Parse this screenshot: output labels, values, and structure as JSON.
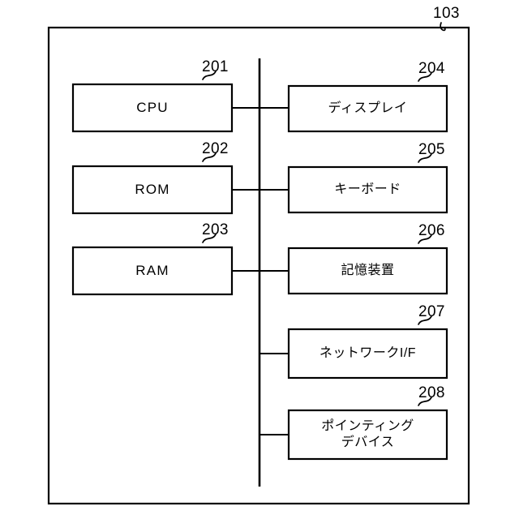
{
  "figure": {
    "type": "patent-block-diagram",
    "outer_frame_ref": "103",
    "bus_name": "bus-line",
    "stroke_color": "#000000",
    "background_color": "#ffffff"
  },
  "blocks": [
    {
      "id": "cpu",
      "ref": "201",
      "label": "CPU",
      "side": "left",
      "script": "latin"
    },
    {
      "id": "rom",
      "ref": "202",
      "label": "ROM",
      "side": "left",
      "script": "latin"
    },
    {
      "id": "ram",
      "ref": "203",
      "label": "RAM",
      "side": "left",
      "script": "latin"
    },
    {
      "id": "display",
      "ref": "204",
      "label": "ディスプレイ",
      "side": "right",
      "script": "jp"
    },
    {
      "id": "keyboard",
      "ref": "205",
      "label": "キーボード",
      "side": "right",
      "script": "jp"
    },
    {
      "id": "storage",
      "ref": "206",
      "label": "記憶装置",
      "side": "right",
      "script": "jp"
    },
    {
      "id": "network",
      "ref": "207",
      "label": "ネットワークI/F",
      "side": "right",
      "script": "jp"
    },
    {
      "id": "pointing",
      "ref": "208",
      "label": "ポインティング\nデバイス",
      "side": "right",
      "script": "jp"
    }
  ]
}
